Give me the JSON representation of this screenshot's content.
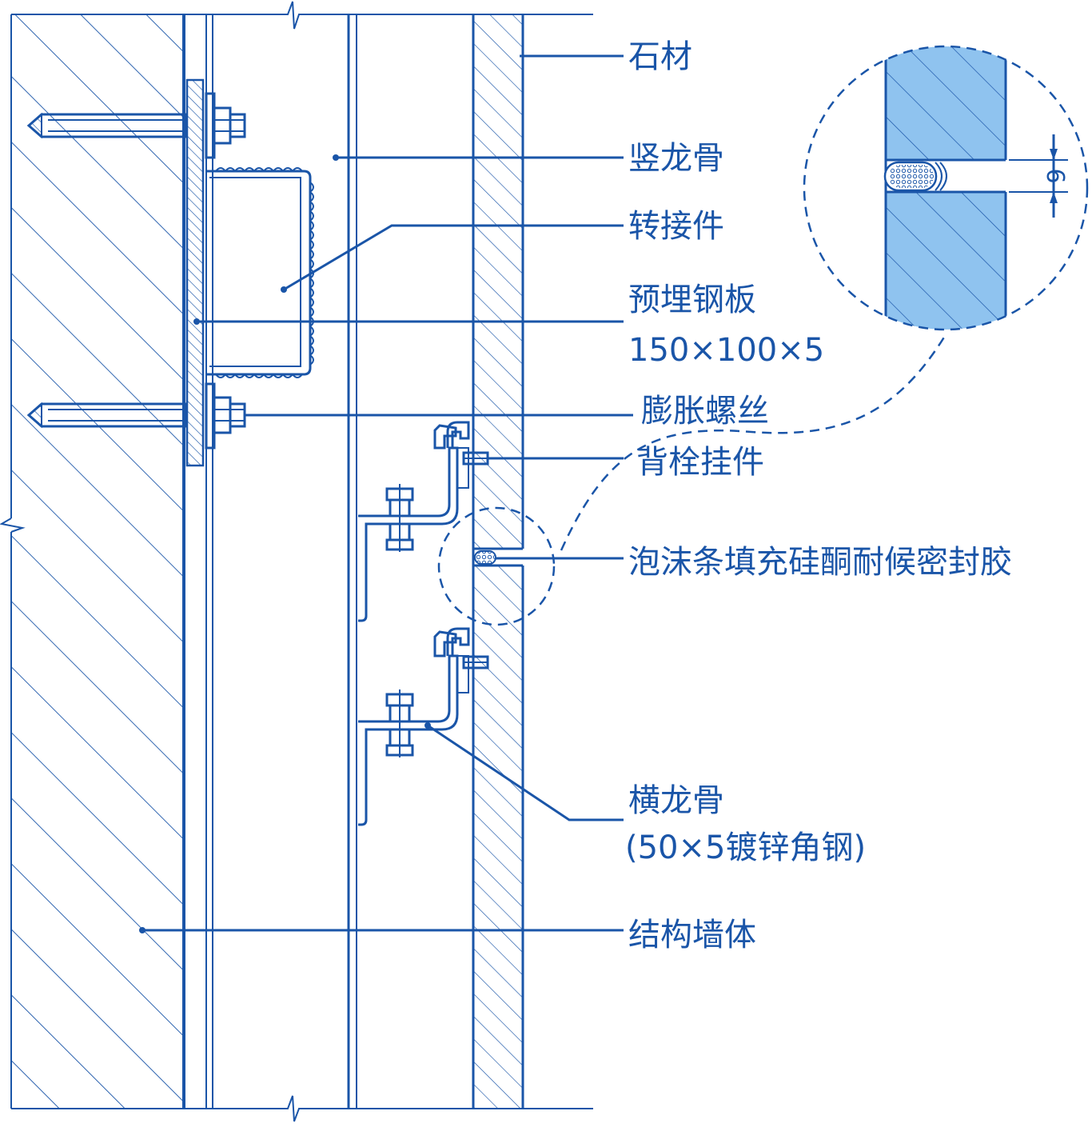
{
  "labels": {
    "stone": "石材",
    "vertical_keel": "竖龙骨",
    "adapter": "转接件",
    "embedded_plate": "预埋钢板",
    "embedded_plate_size": "150×100×5",
    "expansion_bolt": "膨胀螺丝",
    "back_bolt_hanger": "背栓挂件",
    "sealant": "泡沫条填充硅酮耐候密封胶",
    "horizontal_keel": "横龙骨",
    "horizontal_keel_spec": "(50×5镀锌角钢)",
    "structural_wall": "结构墙体"
  },
  "dimension": {
    "joint_width": "6"
  },
  "colors": {
    "line": "#1a55a8",
    "stone_fill_detail": "#8fc3ef",
    "background": "#ffffff"
  }
}
